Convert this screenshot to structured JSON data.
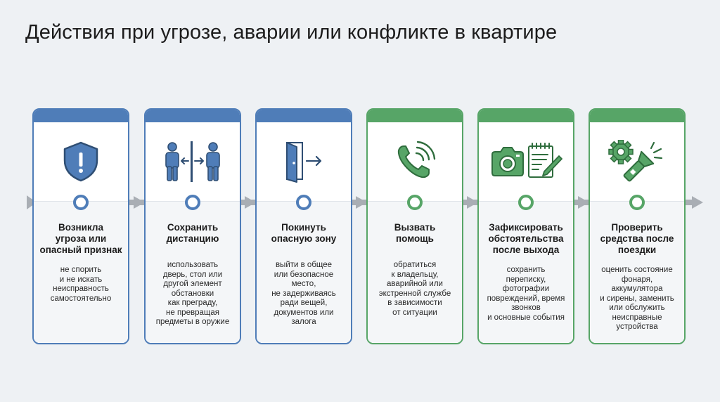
{
  "title": "Действия при угрозе, аварии или конфликте в квартире",
  "colors": {
    "blue": "#4f7db8",
    "green": "#57a567",
    "arrow": "#a9aeb4"
  },
  "steps": [
    {
      "heading": [
        "Возникла",
        "угроза или",
        "опасный признак"
      ],
      "desc": [
        "не спорить",
        "и не искать",
        "неисправность",
        "самостоятельно"
      ],
      "icon": "shield-alert-icon",
      "color": "blue"
    },
    {
      "heading": [
        "Сохранить",
        "дистанцию"
      ],
      "desc": [
        "использовать",
        "дверь, стол или",
        "другой элемент",
        "обстановки",
        "как преграду,",
        "не превращая",
        "предметы в оружие"
      ],
      "icon": "people-barrier-icon",
      "color": "blue"
    },
    {
      "heading": [
        "Покинуть",
        "опасную зону"
      ],
      "desc": [
        "выйти в общее",
        "или безопасное",
        "место,",
        "не задерживаясь",
        "ради вещей,",
        "документов или",
        "залога"
      ],
      "icon": "exit-door-icon",
      "color": "blue"
    },
    {
      "heading": [
        "Вызвать",
        "помощь"
      ],
      "desc": [
        "обратиться",
        "к владельцу,",
        "аварийной или",
        "экстренной службе",
        "в зависимости",
        "от ситуации"
      ],
      "icon": "phone-call-icon",
      "color": "green"
    },
    {
      "heading": [
        "Зафиксировать",
        "обстоятельства",
        "после выхода"
      ],
      "desc": [
        "сохранить",
        "переписку,",
        "фотографии",
        "повреждений, время",
        "звонков",
        "и основные события"
      ],
      "icon": "camera-notes-icon",
      "color": "green"
    },
    {
      "heading": [
        "Проверить",
        "средства после",
        "поездки"
      ],
      "desc": [
        "оценить состояние",
        "фонаря,",
        "аккумулятора",
        "и сирены, заменить",
        "или обслужить",
        "неисправные",
        "устройства"
      ],
      "icon": "gear-flashlight-icon",
      "color": "green"
    }
  ]
}
